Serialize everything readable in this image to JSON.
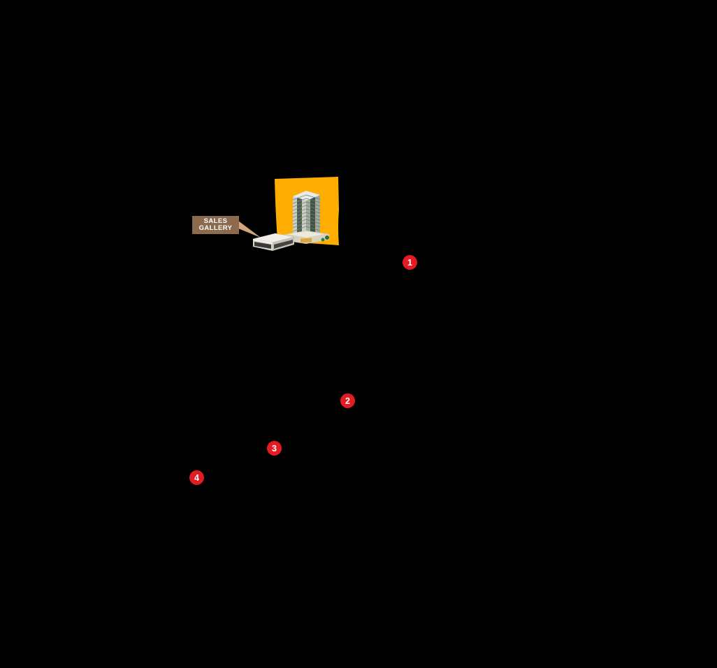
{
  "map": {
    "background_color": "#000000",
    "flag_color": "#FFAD00",
    "marker_color": "#E31B23",
    "sales_gallery_label": {
      "line1": "SALES",
      "line2": "GALLERY",
      "bg_color": "#8C6A4D"
    },
    "markers": [
      {
        "number": "1"
      },
      {
        "number": "2"
      },
      {
        "number": "3"
      },
      {
        "number": "4"
      }
    ]
  }
}
